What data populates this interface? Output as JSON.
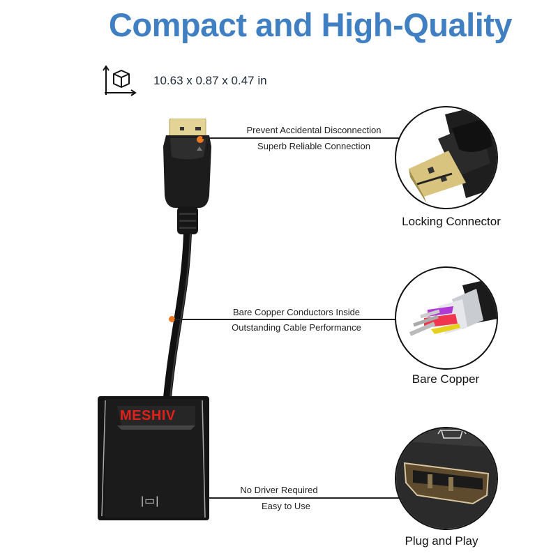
{
  "header": {
    "title": "Compact and High-Quality",
    "title_color": "#3f7fc2"
  },
  "dimensions": {
    "icon": "3d-box-dimension-icon",
    "text": "10.63 x 0.87 x 0.47 in"
  },
  "product": {
    "brand": "MESHIV",
    "brand_color": "#e0201a",
    "port_glyph": "|▭|"
  },
  "callouts": [
    {
      "line1": "Prevent Accidental Disconnection",
      "line2": "Superb Reliable Connection",
      "feature": "Locking Connector",
      "icon": "displayport-plug-closeup"
    },
    {
      "line1": "Bare Copper Conductors Inside",
      "line2": "Outstanding Cable Performance",
      "feature": "Bare Copper",
      "icon": "copper-wire-closeup"
    },
    {
      "line1": "No Driver Required",
      "line2": "Easy to Use",
      "feature": "Plug and Play",
      "icon": "port-closeup"
    }
  ],
  "colors": {
    "marker": "#f07a22",
    "gold": "#d9c27a",
    "body": "#1a1a1a"
  }
}
